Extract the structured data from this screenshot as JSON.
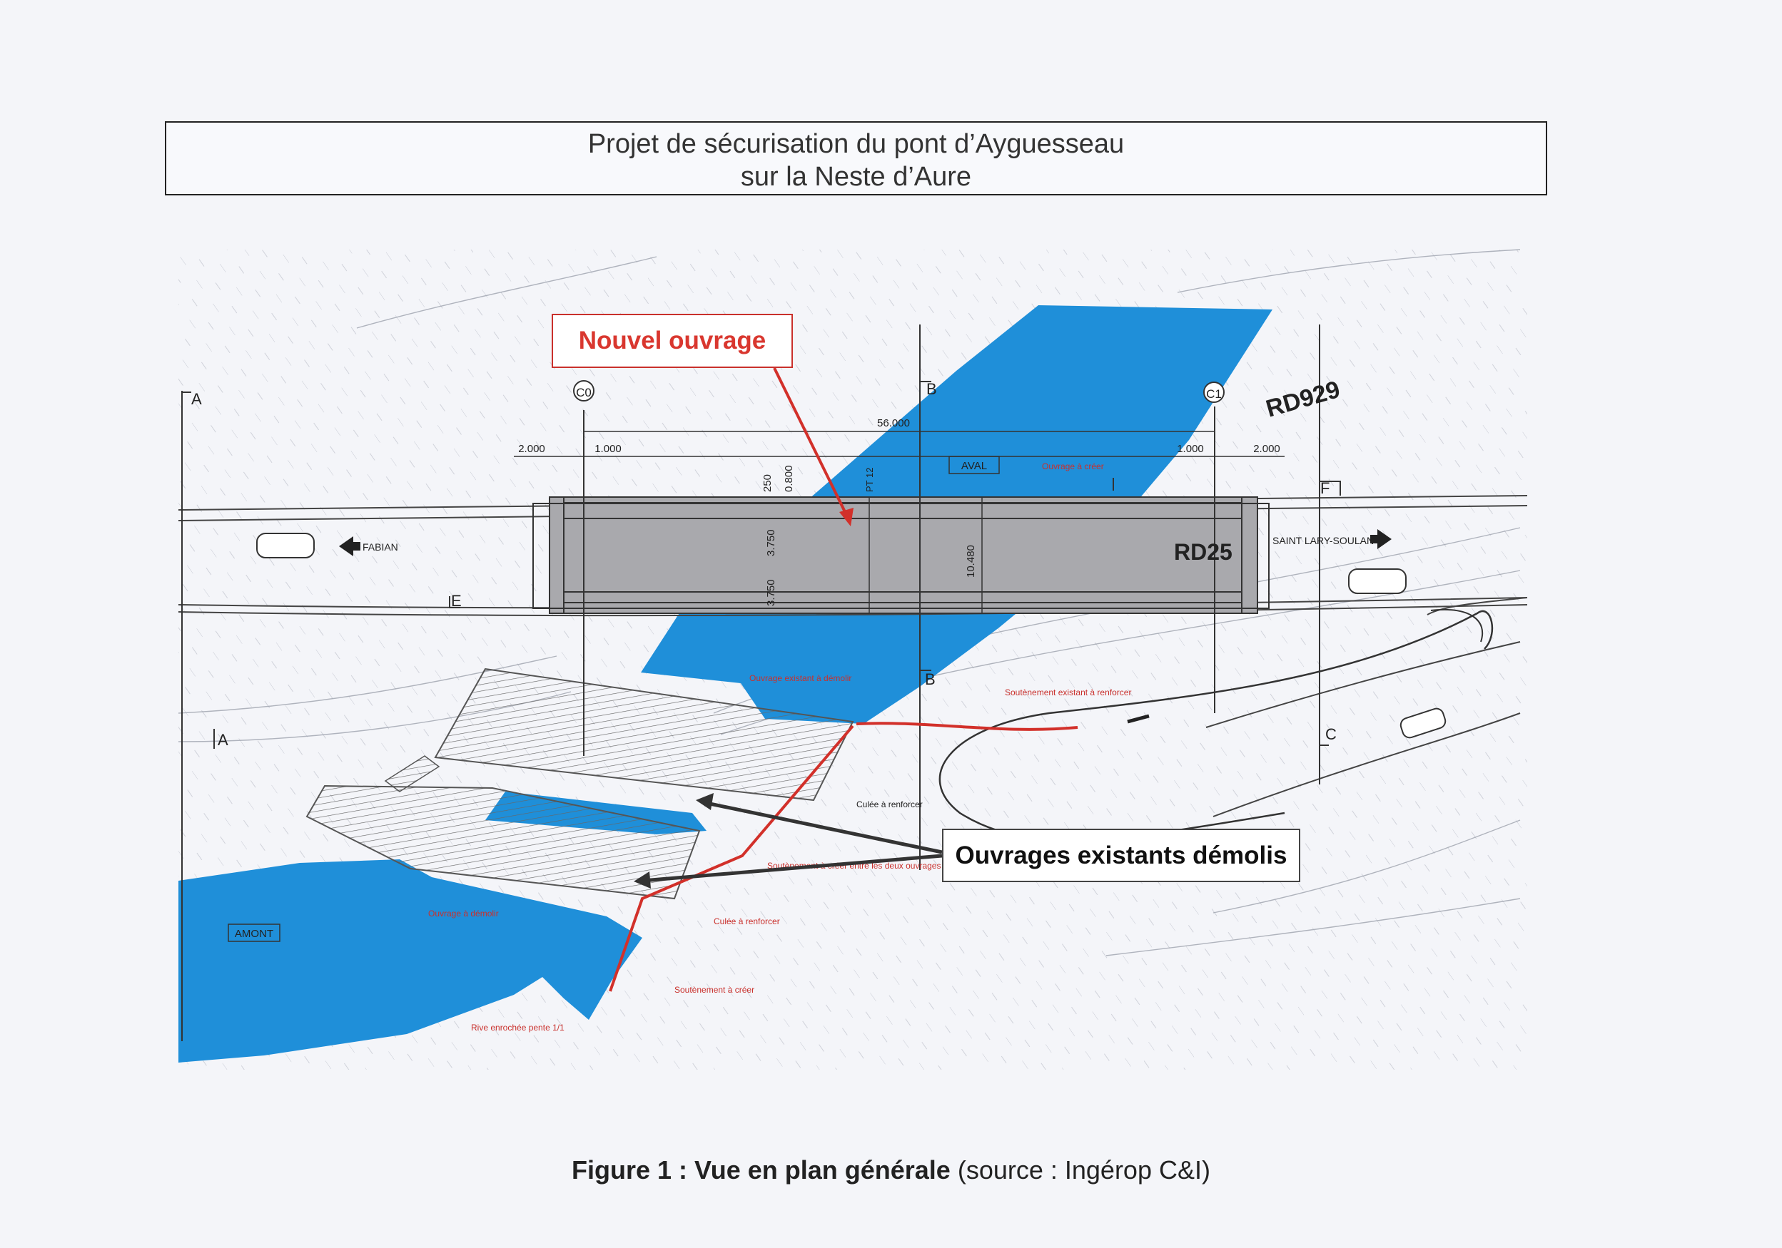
{
  "title": {
    "line1": "Projet de sécurisation du pont d’Ayguesseau",
    "line2": "sur la Neste d’Aure"
  },
  "callouts": {
    "new_structure": "Nouvel ouvrage",
    "demolished": "Ouvrages existants démolis"
  },
  "roads": {
    "rd929": "RD929",
    "rd25": "RD25",
    "left_direction": "FABIAN",
    "right_direction": "SAINT LARY-SOULAN"
  },
  "axes": {
    "c0": "C0",
    "c1": "C1"
  },
  "section_marks": {
    "a": "A",
    "b": "B",
    "c": "C",
    "e": "E",
    "f": "F"
  },
  "dimensions": {
    "span": "56.000",
    "left_offset": "2.000",
    "left_gap": "1.000",
    "right_gap": "1.000",
    "right_offset": "2.000",
    "d250": "250",
    "d0800": "0.800",
    "d3750a": "3.750",
    "d3750b": "3.750",
    "d10480": "10.480",
    "pt12": "PT 12"
  },
  "river_labels": {
    "downstream": "AVAL",
    "upstream": "AMONT"
  },
  "annotations": {
    "ouvrage_a_creer": "Ouvrage à créer",
    "ouvrage_existant_demolir": "Ouvrage existant à démolir",
    "soutenement_existant": "Soutènement existant à renforcer",
    "culee_renforcer_1": "Culée à renforcer",
    "soutenement_creer_entre": "Soutènement à créer entre les deux ouvrages",
    "culee_renforcer_2": "Culée à renforcer",
    "ouvrage_demolir": "Ouvrage à démolir",
    "soutenement_creer": "Soutènement à créer",
    "rive_enrochee": "Rive enrochée pente 1/1"
  },
  "caption": {
    "bold": "Figure 1 : Vue en plan générale",
    "normal": " (source : Ingérop C&I)"
  },
  "colors": {
    "water": "#1f8fd9",
    "deck": "#a9a9ad",
    "red_line": "#d2302a",
    "callout_red": "#d9372f"
  }
}
